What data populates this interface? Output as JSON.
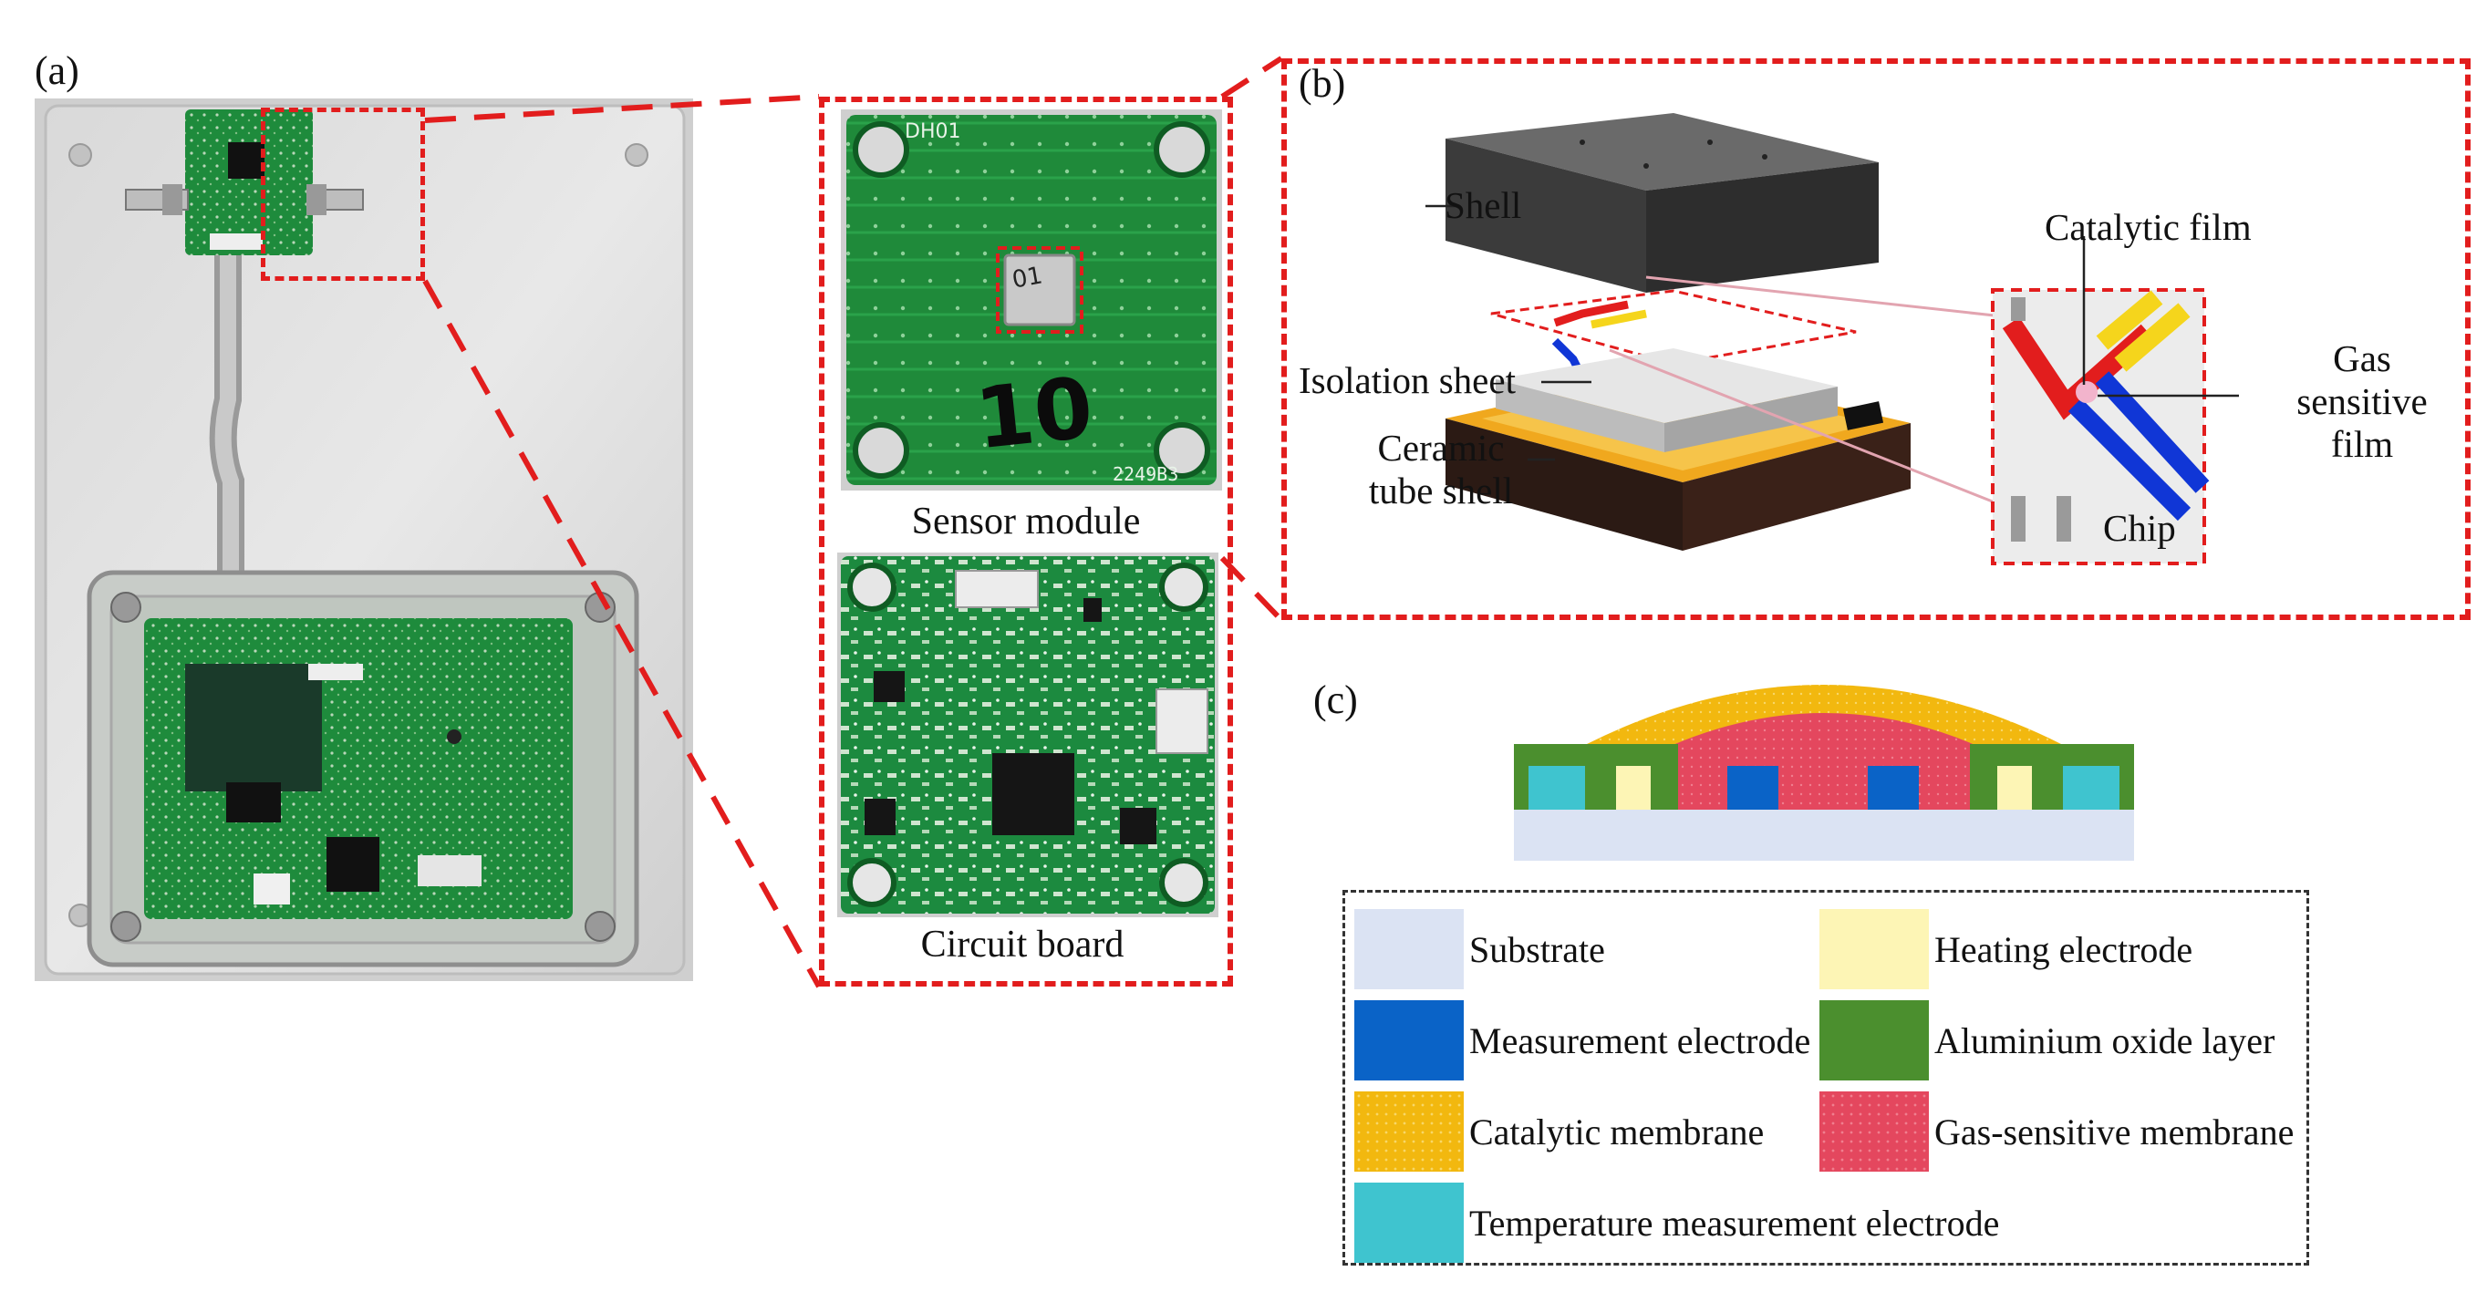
{
  "panels": {
    "a": "(a)",
    "b": "(b)",
    "c": "(c)"
  },
  "captions": {
    "sensor_module": "Sensor module",
    "circuit_board": "Circuit board"
  },
  "photo_text": {
    "sensor_number": "10",
    "chip_mark": "01",
    "board_code": "2249B3",
    "board_header": "DH01"
  },
  "diagram_b": {
    "shell": "Shell",
    "catalytic_film": "Catalytic film",
    "isolation_sheet": "Isolation sheet",
    "ceramic_line1": "Ceramic",
    "ceramic_line2": "tube shell",
    "gas_line1": "Gas",
    "gas_line2": "sensitive",
    "gas_line3": "film",
    "chip": "Chip"
  },
  "legend": {
    "items": [
      {
        "label": "Substrate",
        "color": "#dbe3f3",
        "pattern": "none"
      },
      {
        "label": "Heating electrode",
        "color": "#fdf5b5",
        "pattern": "none"
      },
      {
        "label": "Measurement electrode",
        "color": "#0a63c7",
        "pattern": "none"
      },
      {
        "label": "Aluminium oxide layer",
        "color": "#4b8f2e",
        "pattern": "none"
      },
      {
        "label": "Catalytic membrane",
        "color": "#f2b80f",
        "pattern": "dots"
      },
      {
        "label": "Gas-sensitive membrane",
        "color": "#e4475e",
        "pattern": "dots"
      },
      {
        "label": "Temperature measurement electrode",
        "color": "#3fc4cf",
        "pattern": "none"
      }
    ]
  },
  "colors": {
    "dash_red": "#e21d1d",
    "pcb_green": "#1f8a3a",
    "shell_dark": "#4a4a4a"
  }
}
